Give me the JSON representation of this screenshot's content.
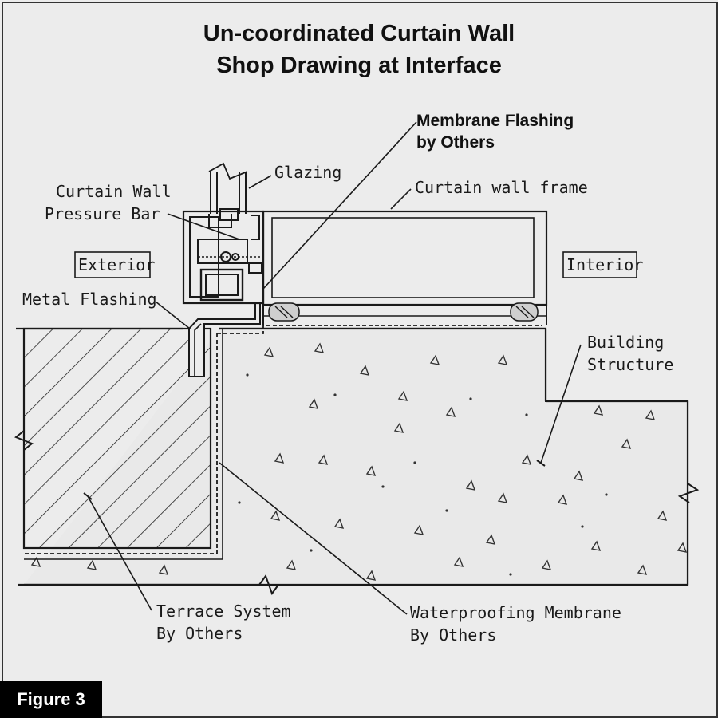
{
  "title": {
    "line1": "Un-coordinated Curtain Wall",
    "line2": "Shop Drawing at Interface"
  },
  "labels": {
    "membrane_flashing_1": "Membrane Flashing",
    "membrane_flashing_2": "by Others",
    "glazing": "Glazing",
    "curtain_wall_frame": "Curtain wall frame",
    "pressure_bar_1": "Curtain Wall",
    "pressure_bar_2": "Pressure Bar",
    "exterior": "Exterior",
    "interior": "Interior",
    "metal_flashing": "Metal Flashing",
    "building_structure_1": "Building",
    "building_structure_2": "Structure",
    "terrace_1": "Terrace System",
    "terrace_2": "By Others",
    "waterproofing_1": "Waterproofing Membrane",
    "waterproofing_2": "By Others"
  },
  "figure_label": "Figure 3",
  "colors": {
    "background": "#ececec",
    "line": "#1a1a1a",
    "concrete": "#e8e8e8",
    "figure_tag": "#000000"
  }
}
